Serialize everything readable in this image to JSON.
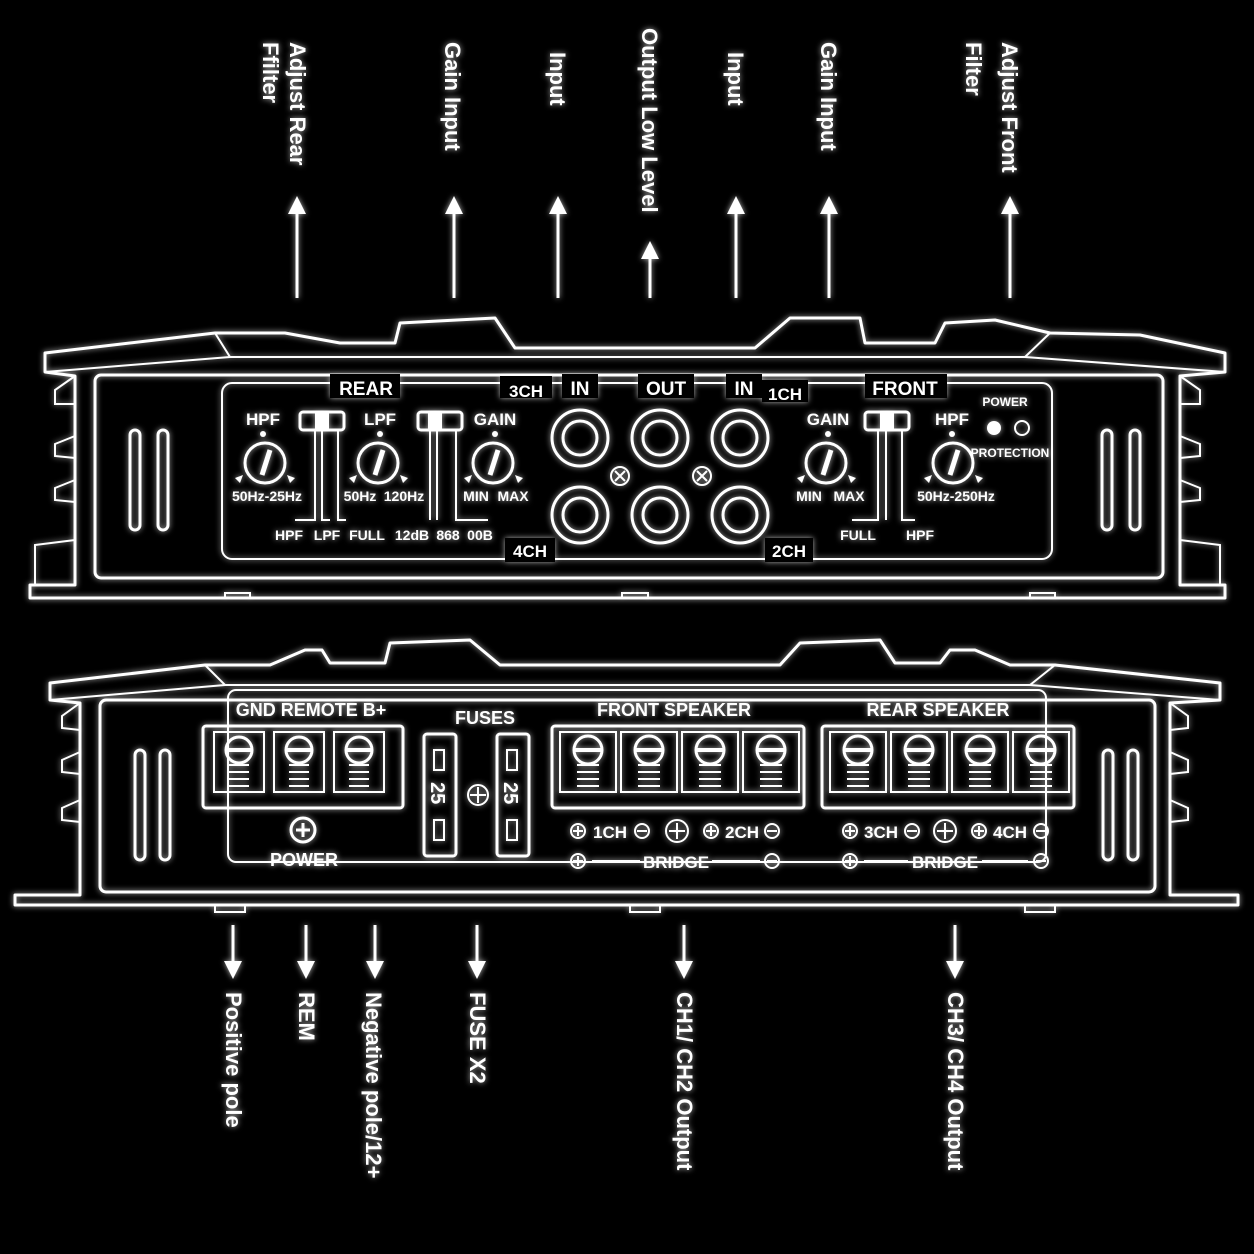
{
  "callouts_top": [
    {
      "lines": [
        "Adjust Rear",
        "Ffilter"
      ]
    },
    {
      "lines": [
        "Gain Input"
      ]
    },
    {
      "lines": [
        "Input"
      ]
    },
    {
      "lines": [
        "Output Low Level"
      ]
    },
    {
      "lines": [
        "Input"
      ]
    },
    {
      "lines": [
        "Gain Input"
      ]
    },
    {
      "lines": [
        "Adjust Front",
        "Filter"
      ]
    }
  ],
  "callouts_bottom": [
    {
      "lines": [
        "Positive pole"
      ]
    },
    {
      "lines": [
        "REM"
      ]
    },
    {
      "lines": [
        "Negative pole/12+"
      ]
    },
    {
      "lines": [
        "FUSE X2"
      ]
    },
    {
      "lines": [
        "CH1/ CH2 Output"
      ]
    },
    {
      "lines": [
        "CH3/ CH4 Output"
      ]
    }
  ],
  "front_panel": {
    "rear": "REAR",
    "ch3": "3CH",
    "in_left": "IN",
    "out": "OUT",
    "in_right": "IN",
    "ch1": "1CH",
    "front": "FRONT",
    "ch4": "4CH",
    "ch2": "2CH",
    "power": "POWER",
    "protection": "PROTECTION",
    "rear_hpf": "HPF",
    "rear_hpf_range": "50Hz-25Hz",
    "rear_lpf": "LPF",
    "rear_lpf_min": "50Hz",
    "rear_lpf_max": "120Hz",
    "rear_gain": "GAIN",
    "rear_gain_min": "MIN",
    "rear_gain_max": "MAX",
    "mode_hpf": "HPF",
    "mode_lpf": "LPF",
    "mode_full": "FULL",
    "bass_12db": "12dB",
    "bass_868": "868",
    "bass_00b": "00B",
    "front_gain": "GAIN",
    "front_gain_min": "MIN",
    "front_gain_max": "MAX",
    "front_hpf": "HPF",
    "front_hpf_range": "50Hz-250Hz",
    "front_mode_full": "FULL",
    "front_mode_hpf": "HPF"
  },
  "rear_panel": {
    "power_terminals": "GND REMOTE B+",
    "fuses": "FUSES",
    "fuse_rating_1": "25",
    "fuse_rating_2": "25",
    "front_speaker": "FRONT SPEAKER",
    "rear_speaker": "REAR SPEAKER",
    "power": "POWER",
    "ch1": "1CH",
    "ch2": "2CH",
    "ch3": "3CH",
    "ch4": "4CH",
    "bridge_front": "BRIDGE",
    "bridge_rear": "BRIDGE"
  },
  "colors": {
    "background": "#000000",
    "line": "#ffffff"
  }
}
